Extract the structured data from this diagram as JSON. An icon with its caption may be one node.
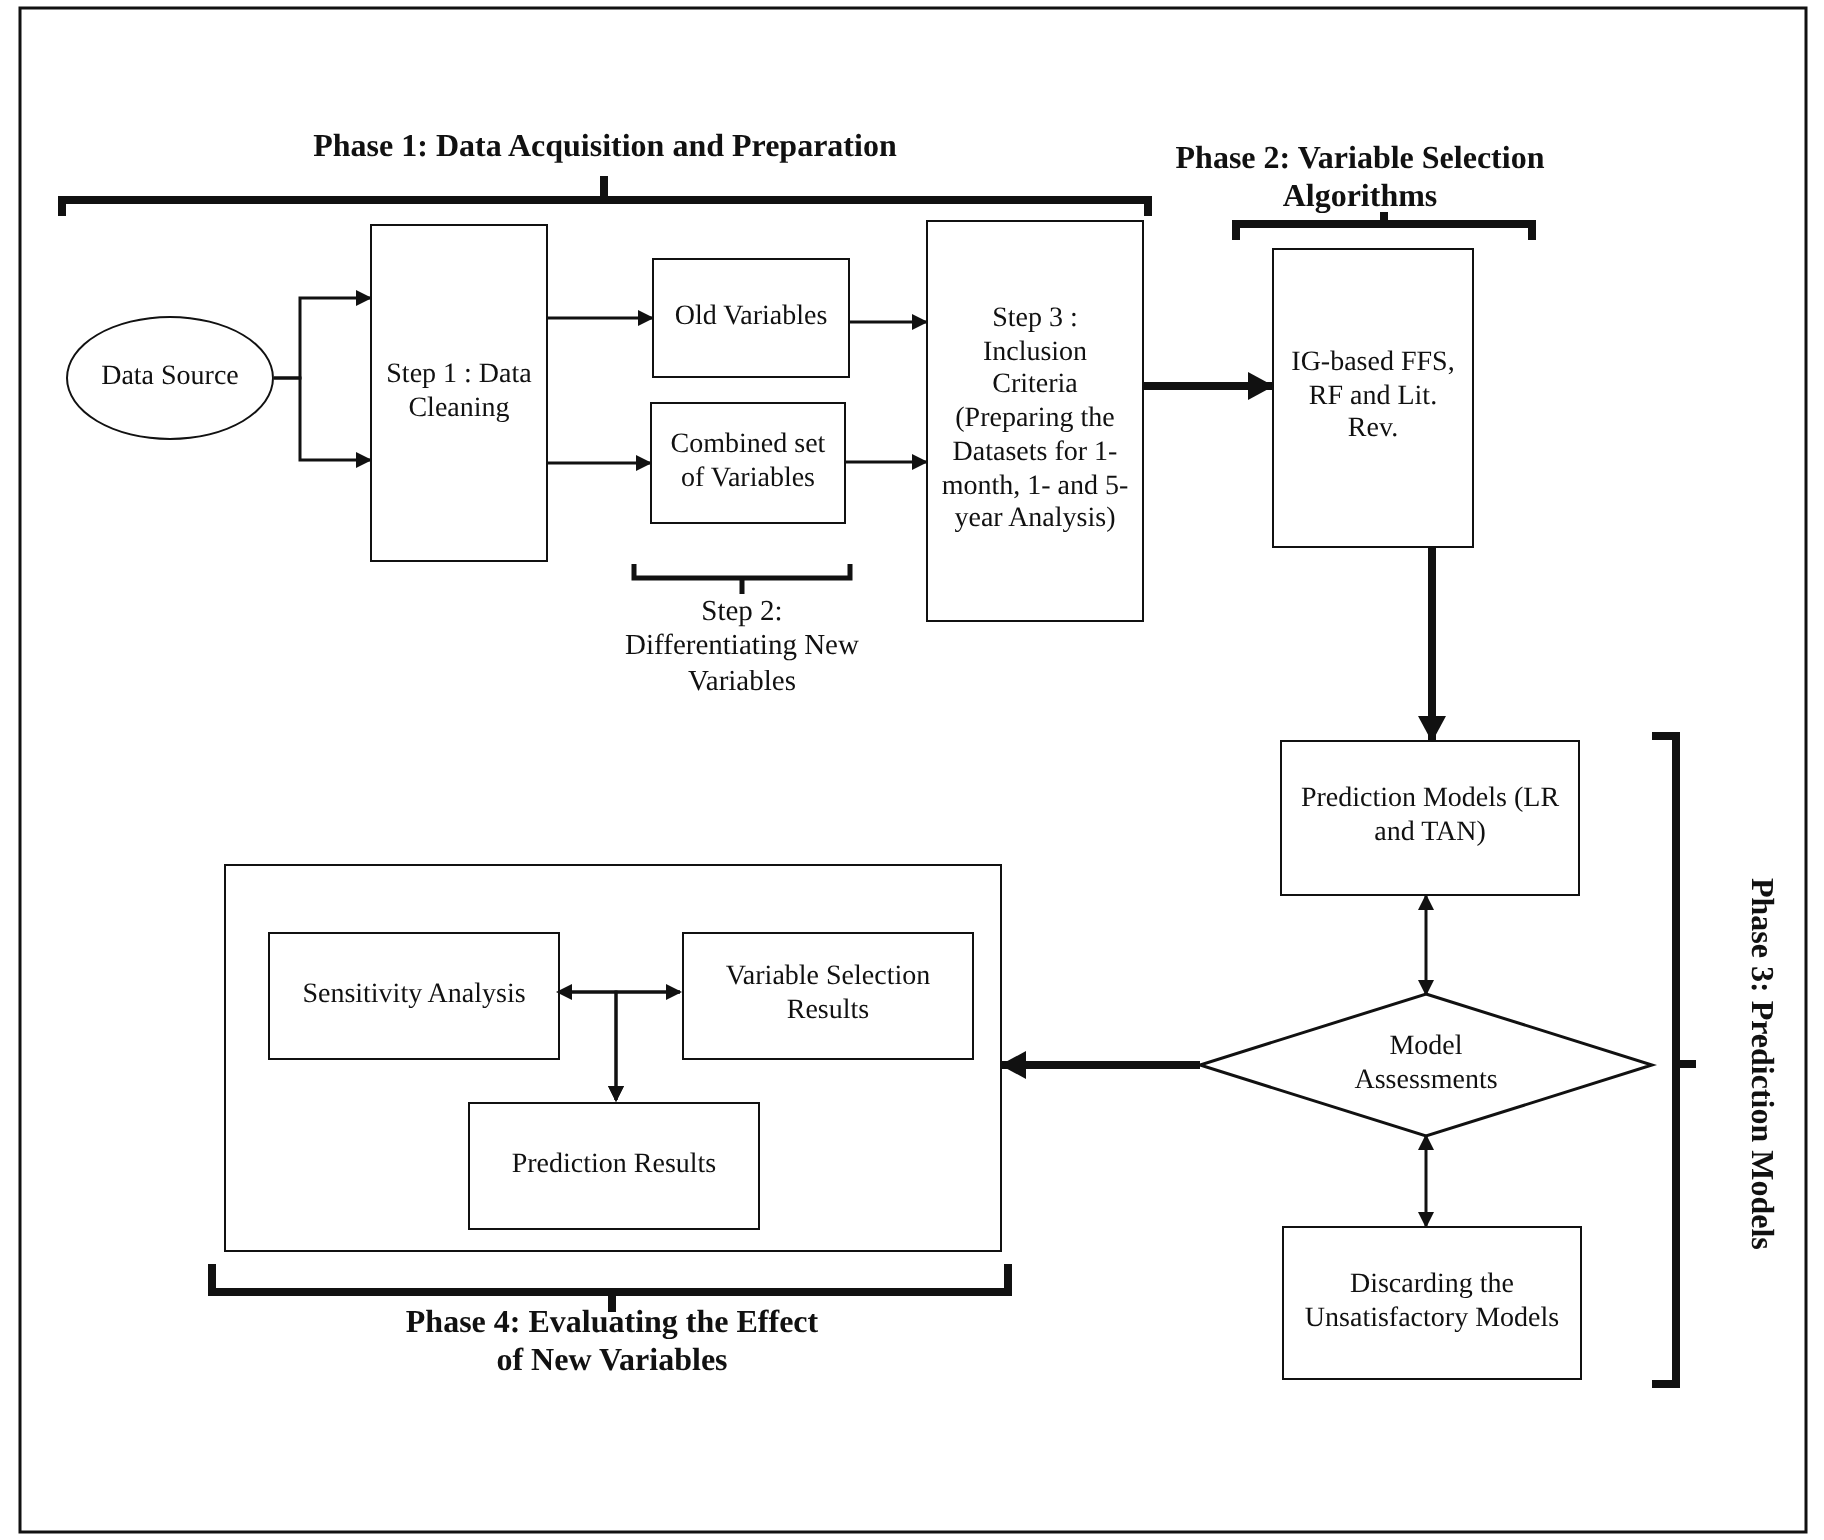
{
  "diagram": {
    "nodes": [
      {
        "text": [
          "Data Source"
        ]
      },
      {
        "text": [
          "Step 1 : Data Cleaning"
        ]
      },
      {
        "text": [
          "Old Variables"
        ]
      },
      {
        "text": [
          "Combined set of Variables"
        ]
      },
      {
        "text": [
          "Step 3 : Inclusion Criteria (Preparing the Datasets for 1-month, 1- and 5-year Analysis)"
        ]
      },
      {
        "text": [
          "IG-based FFS, RF and Lit. Rev."
        ]
      },
      {
        "text": [
          "Prediction Models (LR and TAN)"
        ]
      },
      {
        "text": [
          "Model Assessments"
        ]
      },
      {
        "text": [
          "Discarding the Unsatisfactory Models"
        ]
      },
      {
        "text": [],
        "shape": "box"
      },
      {
        "text": [
          "Sensitivity Analysis"
        ],
        "in": 9
      },
      {
        "text": [
          "Variable Selection Results"
        ],
        "in": 9
      },
      {
        "text": [
          "Prediction Results"
        ],
        "in": 9
      }
    ],
    "edges": [
      {
        "from": 0,
        "to": 1,
        "arrow": "to"
      },
      {
        "from": 0,
        "to": 1,
        "arrow": "to"
      },
      {
        "from": 1,
        "to": 2,
        "arrow": "to"
      },
      {
        "from": 1,
        "to": 3,
        "arrow": "to"
      },
      {
        "from": 2,
        "to": 4,
        "arrow": "to"
      },
      {
        "from": 3,
        "to": 4,
        "arrow": "to"
      },
      {
        "from": 4,
        "to": 5,
        "arrow": "to",
        "style": "thick"
      },
      {
        "from": 5,
        "to": 6,
        "arrow": "to",
        "style": "thick"
      },
      {
        "from": 6,
        "to": 7,
        "arrow": "both"
      },
      {
        "from": 7,
        "to": 8,
        "arrow": "both"
      },
      {
        "from": 7,
        "to": 9,
        "arrow": "to",
        "style": "thick"
      },
      {
        "from": 10,
        "to": 11,
        "arrow": "both"
      },
      {
        "from": 10,
        "to": 12,
        "arrow": "to"
      },
      {
        "from": 11,
        "to": 12,
        "arrow": "to"
      }
    ],
    "labels": [
      "Phase 1: Data Acquisition and Preparation",
      "Phase 2: Variable Selection Algorithms",
      "Step 2: Differentiating New Variables",
      "Phase 3: Prediction Models",
      "Phase 4: Evaluating the Effect of New Variables"
    ]
  }
}
